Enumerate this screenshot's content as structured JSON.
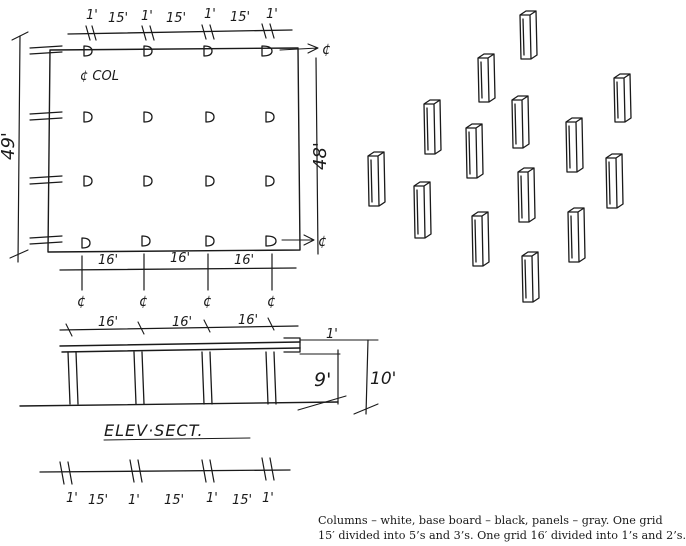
{
  "plan": {
    "top_dims": [
      "1'",
      "15'",
      "1'",
      "15'",
      "1'",
      "15'",
      "1'"
    ],
    "bottom_dims": [
      "16'",
      "16'",
      "16'"
    ],
    "left_dim": "49'",
    "right_dim": "48'",
    "col_label": "¢ COL",
    "centerline_mark": "¢"
  },
  "section": {
    "span_dims": [
      "16'",
      "16'",
      "16'"
    ],
    "small_dim": "1'",
    "height_inner": "9'",
    "height_outer": "10'",
    "label": "ELEV·SECT."
  },
  "bottom_strip": {
    "dims": [
      "1'",
      "15'",
      "1'",
      "15'",
      "1'",
      "15'",
      "1'"
    ]
  },
  "caption": {
    "line1": "Columns – white, base board – black, panels – gray. One grid",
    "line2": "15′ divided into 5’s and 3’s. One grid 16′ divided into 1’s and 2’s."
  }
}
